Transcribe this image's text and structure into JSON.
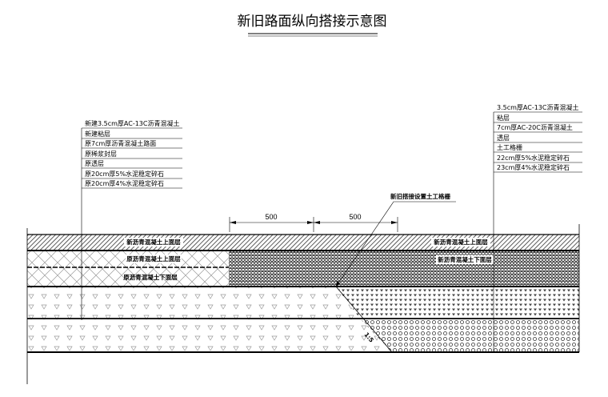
{
  "title": "新旧路面纵向搭接示意图",
  "left_callout": [
    "新建3.5cm厚AC-13C沥青混凝土",
    "新建粘层",
    "原7cm厚沥青混凝土路面",
    "原稀浆封层",
    "原透层",
    "原20cm厚5%水泥稳定碎石",
    "原20cm厚4%水泥稳定碎石"
  ],
  "right_callout": [
    "3.5cm厚AC-13C沥青混凝土",
    "粘层",
    "7cm厚AC-20C沥青混凝土",
    "透层",
    "土工格栅",
    "22cm厚5%水泥稳定碎石",
    "23cm厚4%水泥稳定碎石"
  ],
  "geogrid_label": "新旧搭接设置土工格栅",
  "dimensions": [
    "500",
    "500"
  ],
  "layers": {
    "left_top": "新沥青混凝土上面层",
    "left_mid": "原沥青混凝土上面层",
    "left_low": "原沥青混凝土下面层",
    "right_top": "新沥青混凝土上面层",
    "right_mid": "新沥青混凝土下面层"
  },
  "slope": "1:5"
}
